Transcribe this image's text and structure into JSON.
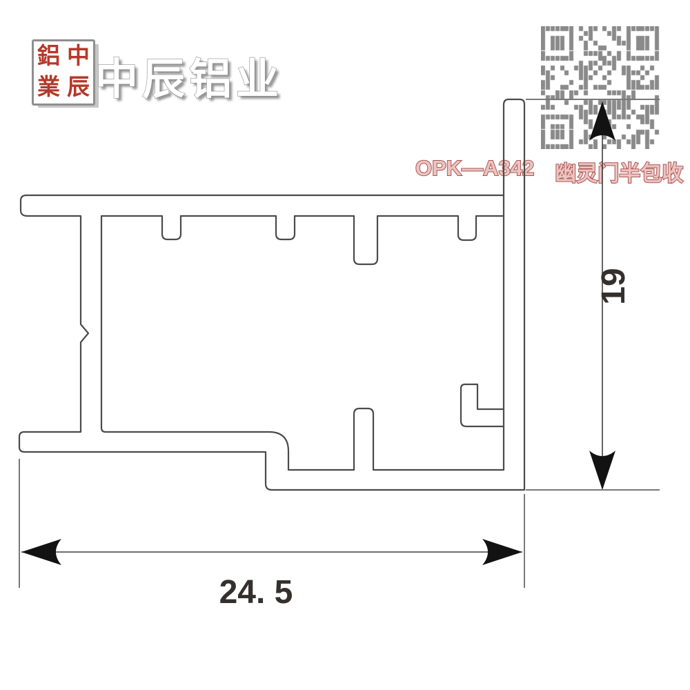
{
  "brand": {
    "seal": {
      "tl": "鋁",
      "tr": "中",
      "bl": "業",
      "br": "辰"
    },
    "title": "中辰铝业"
  },
  "product": {
    "code": "OPK—A342",
    "name": "幽灵门半包收"
  },
  "drawing": {
    "width_label": "24. 5",
    "height_label": "19"
  },
  "icons": {
    "qr": "qr-code"
  },
  "colors": {
    "seal_red": "#b5382a",
    "product_fill": "#ecc3c0",
    "product_stroke": "#a85551",
    "profile_line": "#4a4a4a",
    "extension_line": "#787878",
    "dimension_ink": "#121212",
    "qr_module": "#8a8a8a"
  }
}
